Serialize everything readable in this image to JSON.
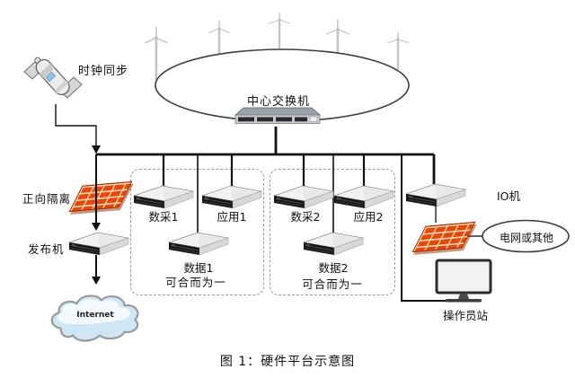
{
  "caption": "图 1：硬件平台示意图",
  "colors": {
    "line": "#111111",
    "firewall_brick": "#e04a10",
    "dashed_box_border": "#9a9a9a"
  },
  "nodes": {
    "clock_sync": {
      "label": "时钟同步"
    },
    "central_switch": {
      "label": "中心交换机"
    },
    "forward_isolation": {
      "label": "正向隔离"
    },
    "publisher": {
      "label": "发布机"
    },
    "internet": {
      "label": "Internet"
    },
    "io_machine": {
      "label": "IO机"
    },
    "grid_or_other": {
      "label": "电网或其他"
    },
    "operator_station": {
      "label": "操作员站"
    },
    "group1": {
      "daq": "数采1",
      "app": "应用1",
      "db": "数据1",
      "note": "可合而为一"
    },
    "group2": {
      "daq": "数采2",
      "app": "应用2",
      "db": "数据2",
      "note": "可合而为一"
    }
  }
}
